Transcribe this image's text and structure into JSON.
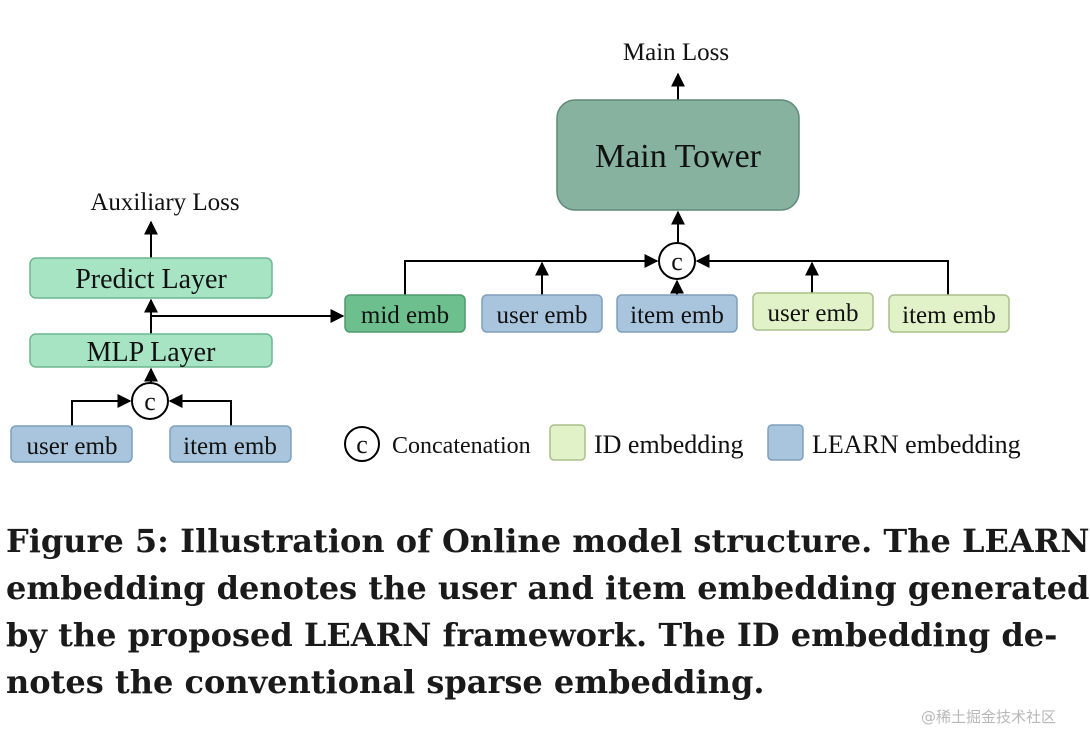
{
  "diagram": {
    "main_loss_label": "Main Loss",
    "main_tower_label": "Main Tower",
    "auxiliary_loss_label": "Auxiliary Loss",
    "predict_layer_label": "Predict Layer",
    "mlp_layer_label": "MLP Layer",
    "concat_symbol": "c",
    "mid_emb_label": "mid emb",
    "tower_inputs": [
      {
        "label": "user emb",
        "kind": "learn"
      },
      {
        "label": "item emb",
        "kind": "learn"
      },
      {
        "label": "user emb",
        "kind": "id"
      },
      {
        "label": "item emb",
        "kind": "id"
      }
    ],
    "aux_inputs": [
      {
        "label": "user emb",
        "kind": "learn"
      },
      {
        "label": "item emb",
        "kind": "learn"
      }
    ],
    "legend": {
      "concat_label": "Concatenation",
      "id_label": "ID embedding",
      "learn_label": "LEARN embedding"
    },
    "colors": {
      "main_tower": "#86b29f",
      "light_green": "#a6e4c4",
      "mid_emb": "#6dbf8e",
      "learn_blue": "#a9c5dd",
      "id_green": "#e2f2c8"
    }
  },
  "caption": {
    "lines": [
      "Figure 5: Illustration of Online model structure. The LEARN",
      "embedding denotes the user and item embedding generated",
      "by the proposed LEARN framework. The ID embedding de-",
      "notes the conventional sparse embedding."
    ]
  },
  "watermark": "@稀土掘金技术社区"
}
